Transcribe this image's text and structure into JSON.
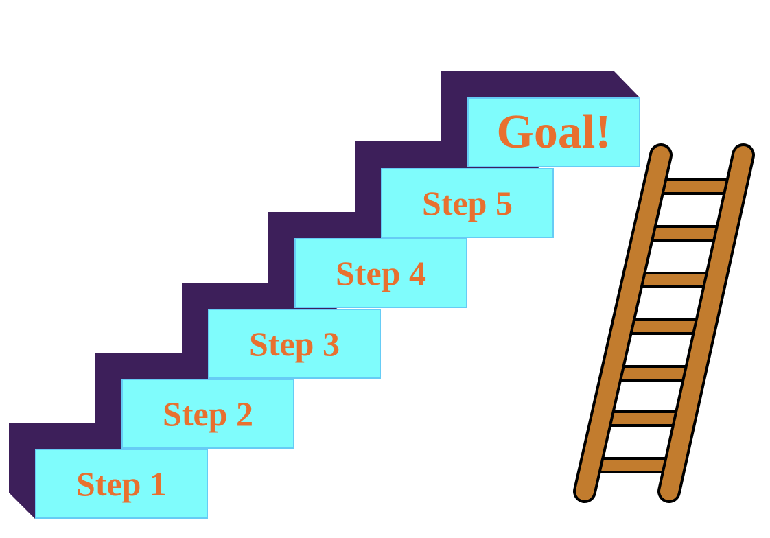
{
  "steps": [
    {
      "label": "Step 1"
    },
    {
      "label": "Step 2"
    },
    {
      "label": "Step 3"
    },
    {
      "label": "Step 4"
    },
    {
      "label": "Step 5"
    }
  ],
  "goal": {
    "label": "Goal!"
  },
  "colors": {
    "block": "#7ffcfc",
    "block_border": "#66ccf5",
    "shadow": "#3d1f5a",
    "text": "#e8702f",
    "ladder": "#c27c2e"
  }
}
